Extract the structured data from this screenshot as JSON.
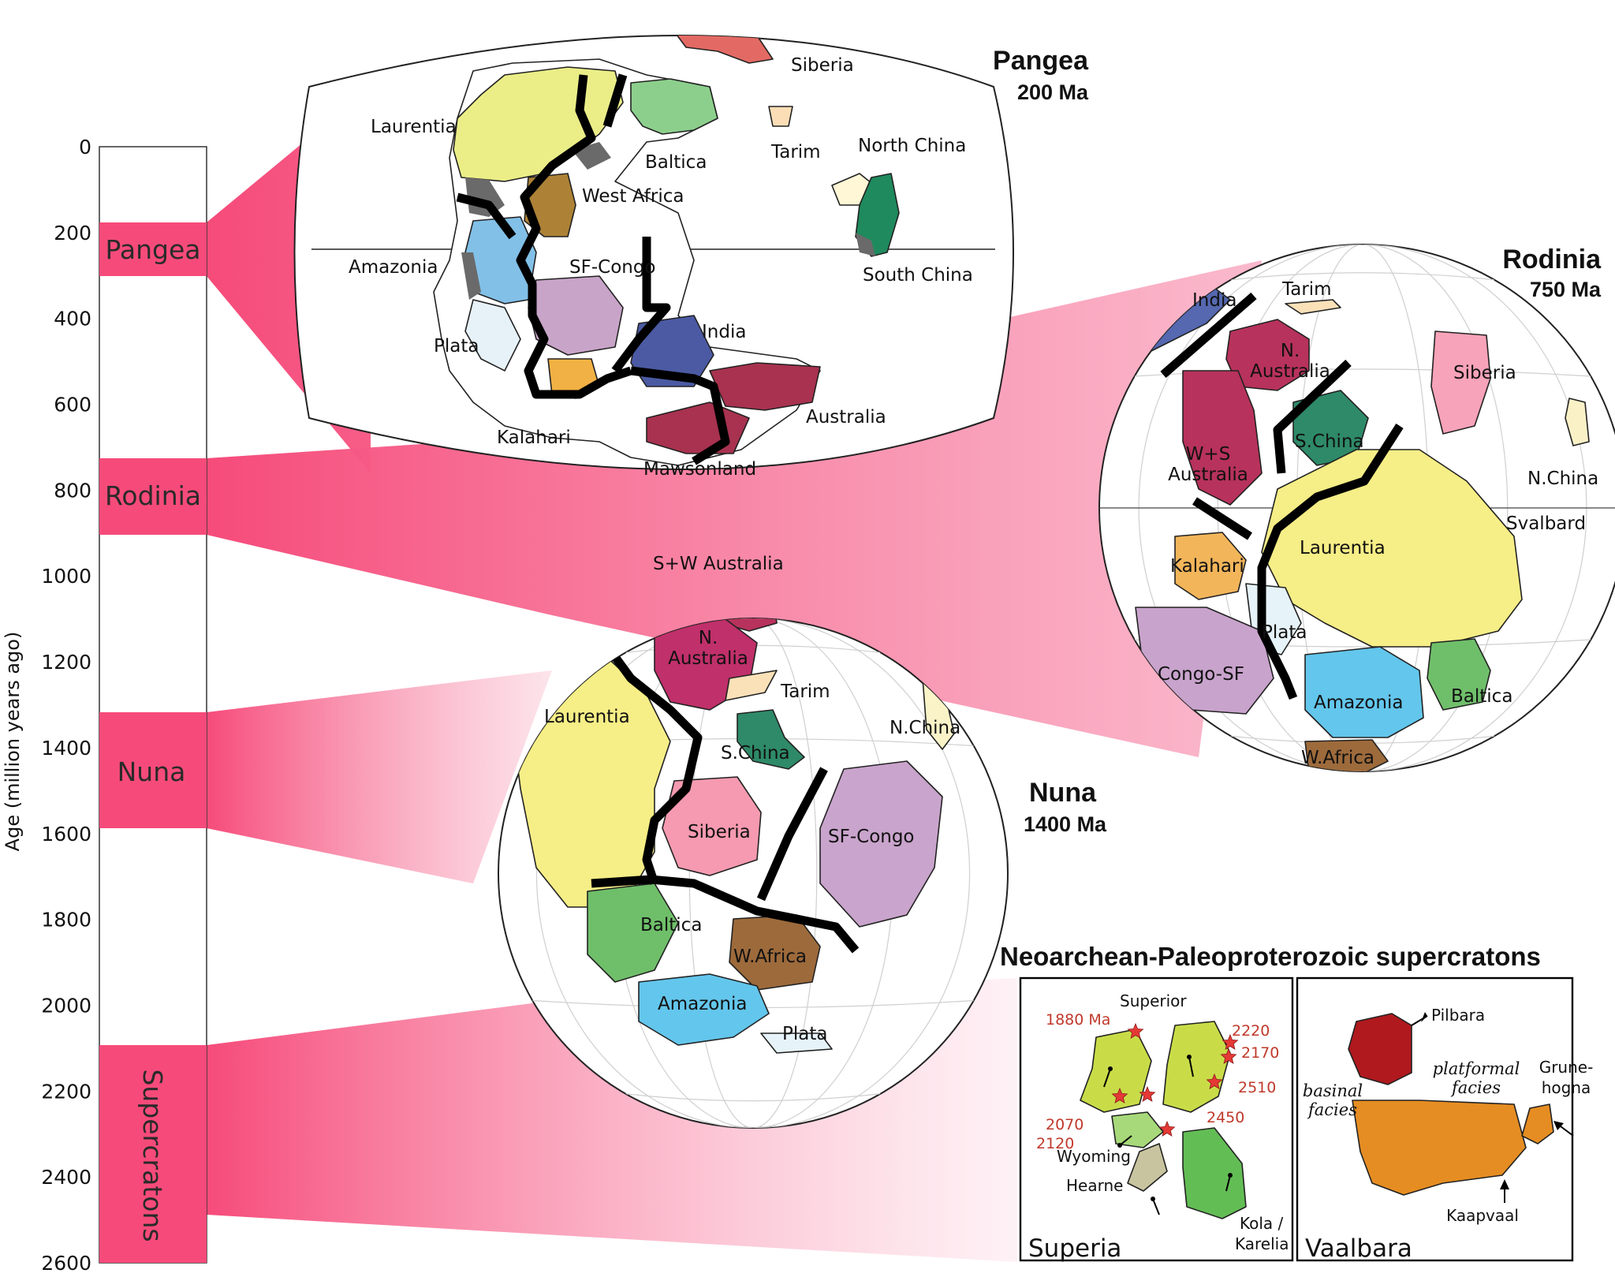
{
  "timeline": {
    "axis_title": "Age (million years ago)",
    "ticks": [
      "0",
      "200",
      "400",
      "600",
      "800",
      "1000",
      "1200",
      "1400",
      "1600",
      "1800",
      "2000",
      "2200",
      "2400",
      "2600"
    ],
    "bands": [
      {
        "name": "Pangea",
        "color": "#f64b7a"
      },
      {
        "name": "Rodinia",
        "color": "#f64b7a"
      },
      {
        "name": "Nuna",
        "color": "#f64b7a"
      },
      {
        "name": "Supercratons",
        "color": "#f64b7a"
      }
    ]
  },
  "pangea": {
    "title": "Pangea",
    "age": "200 Ma",
    "labels": [
      "Laurentia",
      "Baltica",
      "Siberia",
      "Tarim",
      "North China",
      "South China",
      "West Africa",
      "Amazonia",
      "SF-Congo",
      "India",
      "Plata",
      "Kalahari",
      "Australia",
      "Mawsonland"
    ]
  },
  "rodinia": {
    "title": "Rodinia",
    "age": "750 Ma",
    "labels": [
      "India",
      "Tarim",
      "N.\nAustralia",
      "Siberia",
      "W+S\nAustralia",
      "S.China",
      "N.China",
      "Svalbard",
      "Laurentia",
      "Kalahari",
      "Plata",
      "Congo-SF",
      "Amazonia",
      "Baltica",
      "W.Africa"
    ]
  },
  "nuna": {
    "title": "Nuna",
    "age": "1400 Ma",
    "labels": [
      "S+W Australia",
      "N.\nAustralia",
      "Tarim",
      "N.China",
      "Laurentia",
      "S.China",
      "Siberia",
      "SF-Congo",
      "Baltica",
      "W.Africa",
      "Amazonia",
      "Plata"
    ]
  },
  "neo": {
    "title": "Neoarchean-Paleoproterozoic supercratons",
    "superia": {
      "name": "Superia",
      "labels": [
        "Superior",
        "Wyoming",
        "Hearne",
        "Kola /",
        "Karelia"
      ],
      "ages": [
        "1880 Ma",
        "2220",
        "2170",
        "2510",
        "2450",
        "2070",
        "2120"
      ]
    },
    "vaalbara": {
      "name": "Vaalbara",
      "labels": [
        "Pilbara",
        "Grune-",
        "hogna",
        "Kaapvaal"
      ],
      "facies": [
        "platformal",
        "facies",
        "basinal",
        "facies"
      ]
    }
  },
  "colors": {
    "laurentia": "#f1ee8e",
    "baltica": "#7cc576",
    "siberia": "#f29ab0",
    "amazonia": "#5fc3ea",
    "congo": "#c9a6cc",
    "waf": "#9b6b3a",
    "australia": "#b73357",
    "india": "#5569b0",
    "kalahari": "#f2b451",
    "schina": "#2d8a66",
    "tarim": "#f9d9b1"
  }
}
